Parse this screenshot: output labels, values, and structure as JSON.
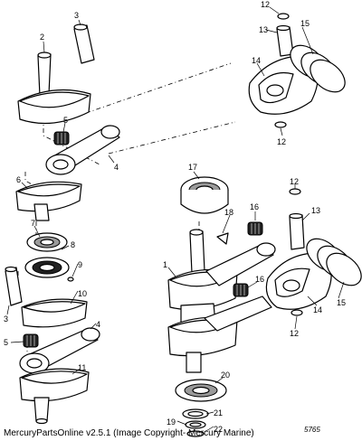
{
  "diagram": {
    "callouts": {
      "c1": "1",
      "c2": "2",
      "c3a": "3",
      "c3b": "3",
      "c4a": "4",
      "c4b": "4",
      "c5a": "5",
      "c5b": "5",
      "c6": "6",
      "c7": "7",
      "c8": "8",
      "c9": "9",
      "c10": "10",
      "c11": "11",
      "c12a": "12",
      "c12b": "12",
      "c12c": "12",
      "c12d": "12",
      "c13a": "13",
      "c13b": "13",
      "c14a": "14",
      "c14b": "14",
      "c15a": "15",
      "c15b": "15",
      "c16a": "16",
      "c16b": "16",
      "c17": "17",
      "c18": "18",
      "c19": "19",
      "c20": "20",
      "c21": "21",
      "c22": "22"
    }
  },
  "footer": {
    "credit": "MercuryPartsOnline v2.5.1 (Image Copyright- Mercury Marine)",
    "plate_number": "5765"
  }
}
